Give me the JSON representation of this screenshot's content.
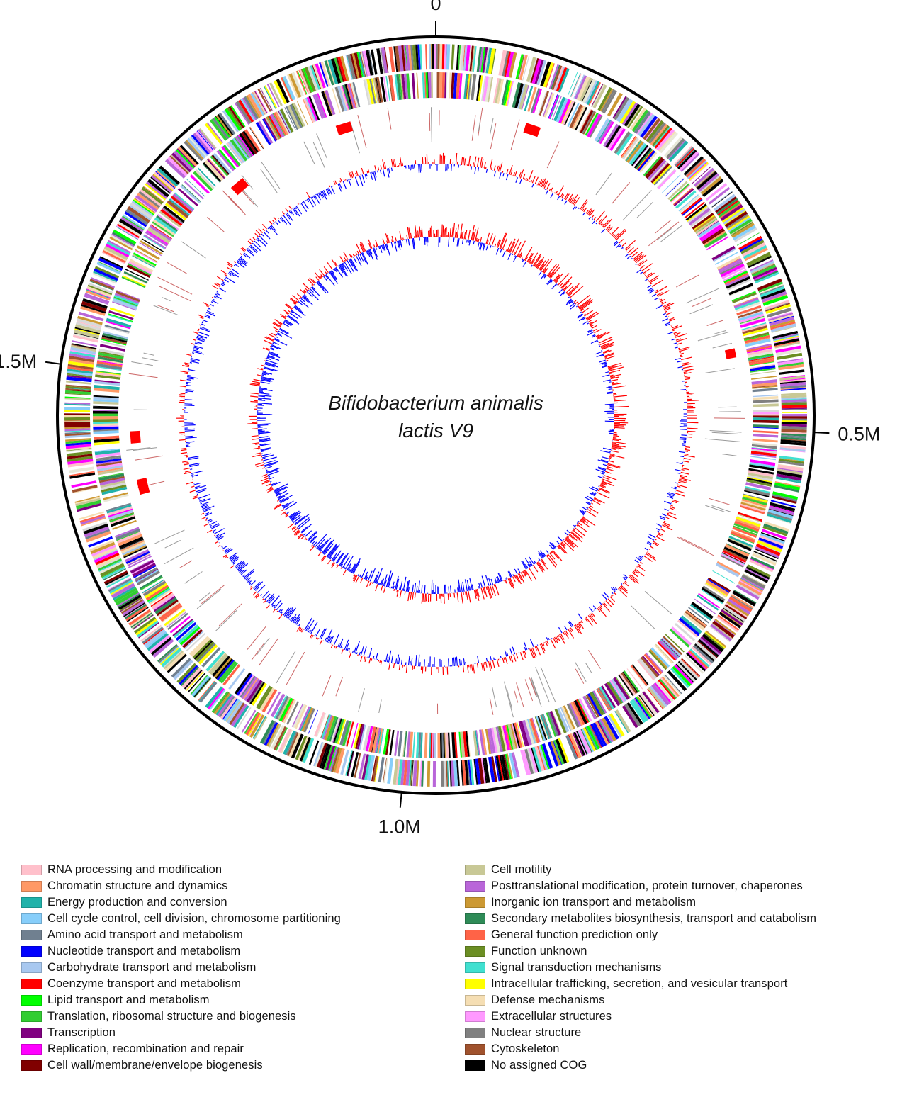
{
  "diagram": {
    "title_line1": "Bifidobacterium animalis",
    "title_line2": "lactis V9",
    "genome_length": 1944050,
    "position_labels": [
      {
        "text": "0",
        "position": 0
      },
      {
        "text": "0.5M",
        "position": 500000
      },
      {
        "text": "1.0M",
        "position": 1000000
      },
      {
        "text": "1.5M",
        "position": 1500000
      }
    ],
    "track_colors": {
      "positive": "#ff0000",
      "negative": "#0000ff",
      "outline": "#000000"
    }
  },
  "legend": {
    "left": [
      {
        "label": "RNA processing and modification",
        "color": "#ffc0cb"
      },
      {
        "label": "Chromatin structure and dynamics",
        "color": "#ff9966"
      },
      {
        "label": "Energy production and conversion",
        "color": "#20b2aa"
      },
      {
        "label": "Cell cycle control, cell division, chromosome partitioning",
        "color": "#87cefa"
      },
      {
        "label": "Amino acid transport and metabolism",
        "color": "#708090"
      },
      {
        "label": "Nucleotide transport and metabolism",
        "color": "#0000ff"
      },
      {
        "label": "Carbohydrate transport and metabolism",
        "color": "#a8c8f0"
      },
      {
        "label": "Coenzyme transport and metabolism",
        "color": "#ff0000"
      },
      {
        "label": "Lipid transport and metabolism",
        "color": "#00ff00"
      },
      {
        "label": "Translation, ribosomal structure and biogenesis",
        "color": "#32cd32"
      },
      {
        "label": "Transcription",
        "color": "#800080"
      },
      {
        "label": "Replication, recombination and repair",
        "color": "#ff00ff"
      },
      {
        "label": "Cell wall/membrane/envelope biogenesis",
        "color": "#800000"
      }
    ],
    "right": [
      {
        "label": "Cell motility",
        "color": "#c8c896"
      },
      {
        "label": "Posttranslational modification, protein turnover, chaperones",
        "color": "#b966d9"
      },
      {
        "label": "Inorganic ion transport and metabolism",
        "color": "#cc9933"
      },
      {
        "label": "Secondary metabolites biosynthesis, transport and catabolism",
        "color": "#2e8b57"
      },
      {
        "label": "General function prediction only",
        "color": "#ff6347"
      },
      {
        "label": "Function unknown",
        "color": "#6b8e23"
      },
      {
        "label": "Signal transduction mechanisms",
        "color": "#40e0d0"
      },
      {
        "label": "Intracellular trafficking, secretion, and vesicular transport",
        "color": "#ffff00"
      },
      {
        "label": "Defense mechanisms",
        "color": "#f5deb3"
      },
      {
        "label": "Extracellular structures",
        "color": "#ff99ff"
      },
      {
        "label": "Nuclear structure",
        "color": "#808080"
      },
      {
        "label": "Cytoskeleton",
        "color": "#a0522d"
      },
      {
        "label": "No assigned COG",
        "color": "#000000"
      }
    ]
  }
}
